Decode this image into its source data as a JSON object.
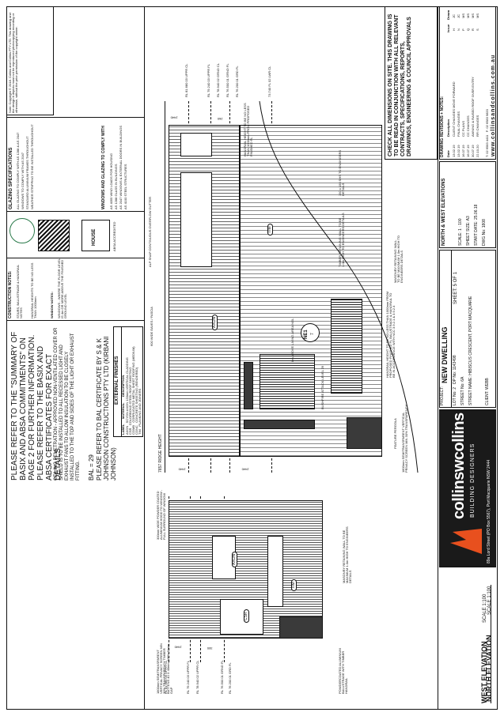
{
  "notes_general": {
    "summary_instruction": "PLEASE REFER TO THE \"SUMMARY OF BASIX AND ABSA COMMITMENTS\" ON PAGE 2 FOR FURTHER INFORMATION. PLEASE REFER TO THE BASIX AND ABSA CERTIFICATES FOR EXACT DETAILS",
    "ceiling_penetration": "CEILING PENETRATION - APPROVED NON-VENTILATED COVER OR SHIELD IS TO BE INSTALLED TO ALL RECESSED LIGHT AND EXHAUST FANS TO ALLOW INSULATION TO BE CLOSELY INSTALLED TO THE TOP AND SIDES OF THE LIGHT OR EXHAUST FITTING.",
    "bal": "BAL = 29",
    "bal_certificate": "PLEASE REFER TO BAL CERTIFICATE BY S & K JOHNSON CONSTRUCTIONS PTY LTD (KIRBANI JOHNSON)",
    "copyright": "Note: Copyright © 2018. Collins and Collins PTY LTD. This drawing and the design it depicts must not be reproduced photocopying recording or otherwise, without the prior permission of the copyright owner."
  },
  "construction_notes": {
    "title": "CONSTRUCTION NOTES:",
    "lines": [
      "STAIRS, BALUSTRADE & HANDRAIL NOTES",
      "HANDRAIL HEIGHTS TO BE NO LESS THAN 1000mm",
      "WINDOW NOTES:",
      "WINDOWS - WHERE THE FLOOR LEVEL IS 4m OR MORE ABOVE THE FINISHED GROUND LEVEL"
    ]
  },
  "glazing_notes": {
    "title": "GLAZING SPECIFICATIONS",
    "lines": [
      "ALL GLAZING TO COMPLY WITH AS 1288 & AS 2047",
      "WINDOWS TO COMPLY WITH AS 2047",
      "STANDARD ALUMINIUM FRAMES THROUGHOUT",
      "WEATHER STRIPPING TO BE INSTALLED THROUGHOUT"
    ],
    "comply_heading": "WINDOWS AND GLAZING TO COMPLY WITH",
    "standards": [
      "AS 4055  WIND LOADS FOR HOUSING",
      "AS 1288  GLASS IN BUILDINGS",
      "AS 2047  WINDOWS & EXTERNAL DOORS IN BUILDINGS",
      "AS 4100  STEEL STRUCTURES"
    ]
  },
  "external_finishes": {
    "title": "EXTERNAL FINISHES",
    "headers": [
      "LABEL",
      "MATERIAL",
      "DESCRIPTION"
    ],
    "rows": [
      [
        "AXON",
        "SCYON AXON 133mm VERTICAL CLADDING"
      ],
      [
        "CSR",
        "COLORBOND STEEL ROOF SHEETING"
      ],
      [
        "COMB",
        "CORRUGATED METAL SHEET ROOFING (MEDIUM)"
      ],
      [
        "CONC",
        "CONCRETE SHEETING (RENDERED)"
      ],
      [
        "TIM",
        "PLANKING AND JOINERS"
      ]
    ]
  },
  "elevations": {
    "west_title": "WEST ELEVATION",
    "west_scale": "SCALE 1:100",
    "north_title": "NORTH ELEVATION",
    "north_scale": "SCALE 1:100",
    "ridge_height": "7657 RIDGE HEIGHT",
    "ne_marker": "NE1",
    "ne_sheet": "7",
    "west_levels": [
      "RL 81.680 03 UPPR CL",
      "RL 79.240 03 UPPR FL",
      "RL 78.940 02 UPPR CL",
      "RL 76.500 01 GRND FL",
      "RL 76.200 01 GRD FL"
    ],
    "north_levels": [
      "RL 81.680 03 UPPR CL",
      "RL 79.240 03 UPPR FL",
      "RL 78.940 02 GRND CL",
      "RL 76.500 01 GRND FL",
      "RL 76.200 01 GRD FL",
      "73.740 FL 02 LWR CL"
    ],
    "dims": [
      "2440",
      "300",
      "2440",
      "200",
      "2440",
      "260",
      "2440"
    ],
    "annotations": {
      "north": [
        "FEATURE PERGOLA",
        "1800mm SEMITRANSPARENT VERTICAL PRIVACY SCREEN MIN 30% TRANSPARENCY",
        "HANDRAIL HEIGHT TO BE NO LESS THAN 1000mm FROM PROPOSED FINISHED FL BALUSTRADE & HANDRAIL TO BE IN ACCORDANCE WITH NCC 3.9.2.1 & 3.9.2.4",
        "BUSHFIRE ATTACK LEVEL 29",
        "MASONRY RETAINING WALL TO BE MAXIMUM 1.0m HIGH TO ENGINEERS DETAILS",
        "TIMBER RETAINING WALL TO BE 1.0m HIGH TO ENGINEERS DETAILS",
        "150 x 150 SHS TO ENGINEERS DETAILS",
        "ALP SNAP CONTINUOUS OVERFLOW GUTTER",
        "600 WIDE EAVES / FASCIA",
        "HANDRAIL HEIGHT TO BE NO LESS THAN 1000mm FROM PROPOSED FINISHED FL"
      ],
      "west": [
        "1800mm SEMITRANSPARENT VERTICAL PRIVACY SCREEN MIN 30% TRANSPARENCY TIMBER BATTENS 40 X 40mm WITH 20mm GAP",
        "300mm WIDE POWDER COATED ALUMINIUM HOOD TO WINDOW - FULL SURROUND OF WINDOW",
        "MASONRY RETAINING WALL TO BE MAXIMUM 1.0m HIGH TO ENGINEERS DETAILS",
        "POWDERCOATED ALUMINIUM BALUSTRADE WITH TIMBER HANDRAIL"
      ],
      "north_ag": "8m ABOVE LIVING AREA NGL",
      "north_tag_left": "TIM",
      "north_tag_mid": "AXON",
      "west_tag": "AXON",
      "west_tag2": "CSR",
      "west_tag3": "TIM"
    }
  },
  "title_block": {
    "project_label": "PROJECT:",
    "project": "NEW DWELLING",
    "lot_label": "LOT No:",
    "lot": "2",
    "dp": "DP No: 1143498",
    "street_label": "STREET No:",
    "street_no": "6A",
    "street_name_label": "STREET NAME:",
    "street_name": "HIBISCUS CRESCENT, PORT MACQUARIE",
    "client_label": "CLIENT:",
    "client": "WEBB",
    "sheet_title": "NORTH & WEST ELEVATIONS",
    "scale_label": "SCALE:",
    "scale": "1 : 100",
    "sheet_size_label": "SHEET SIZE:",
    "sheet_size": "A3",
    "start_date_label": "START DATE:",
    "start_date": "25.06.18",
    "dwg_label": "DWG No:",
    "dwg": "1808",
    "sheet_label": "SHEET:",
    "sheet": "5 OF 1"
  },
  "revisions": {
    "title": "DRAWING REVISIONS + NOTES:",
    "headers": [
      "Date",
      "Description",
      "Issue",
      "Drawn"
    ],
    "rows": [
      [
        "13.02.19",
        "CLIENT CHANGES MOVE FORWARD",
        "H",
        "JC"
      ],
      [
        "13.02.19",
        "FINAL CHANGES",
        "N",
        "JC"
      ],
      [
        "16.07.19",
        "CC PLANS",
        "P",
        "MS"
      ],
      [
        "16.07.19",
        "CC CHANGES",
        "Q",
        "MS"
      ],
      [
        "30.07.19",
        "AWNING & RAISED ROOF OVER ENTRY",
        "R",
        "MS"
      ],
      [
        "22.10.20",
        "RFI CHANGES",
        "S",
        "MS"
      ]
    ]
  },
  "check_notice": "CHECK ALL DIMENSIONS ON SITE. THIS DRAWING IS TO BE READ IN CONJUNCTION WITH ALL RELEVANT CONTRACTS, SPECIFICATIONS, REPORTS, DRAWINGS, ENGINEERING & COUNCIL APPROVALS",
  "company": {
    "name": "collinswcollins",
    "tagline": "BUILDING DESIGNERS",
    "address": "89a Lord Street (PO Box 5567), Port Macquarie NSW 2444",
    "phone": "T: 02 6583 4411",
    "fax": "F: 02 6583 9820",
    "website": "www.collinsandcollins.com.au"
  },
  "logos": {
    "absa_badge": "ABSA ACCREDITED",
    "house_label": "HOUSE"
  }
}
